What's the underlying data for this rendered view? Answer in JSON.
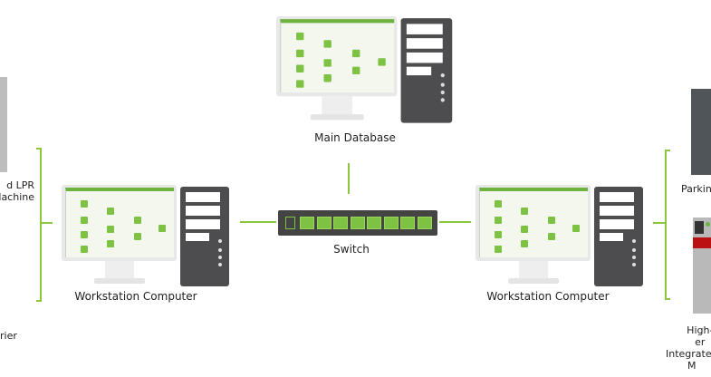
{
  "nodes": {
    "main_database": "Main Database",
    "switch": "Switch",
    "workstation_left": "Workstation Computer",
    "workstation_right": "Workstation Computer"
  },
  "left_edge": {
    "device_label_line1": "d LPR",
    "device_label_line2": "Machine",
    "bottom_label": "rier"
  },
  "right_edge": {
    "parking_label": "Parking",
    "integrated_label_line1": "High-er",
    "integrated_label_line2": "Integrated M"
  },
  "colors": {
    "accent": "#8cc63f",
    "tower": "#4d4d4f"
  }
}
